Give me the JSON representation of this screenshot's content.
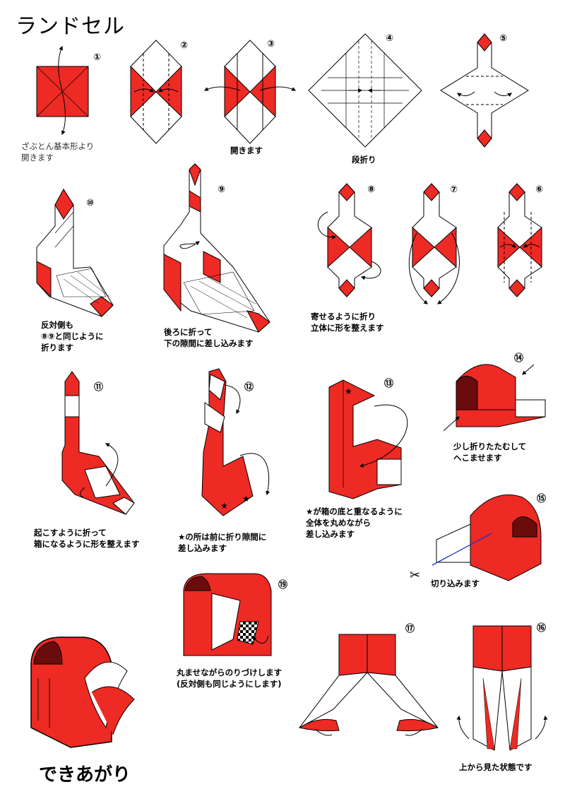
{
  "title": "ランドセル",
  "final_label": "できあがり",
  "colors": {
    "red": "#ee2a24",
    "dark_red": "#6b0c0c",
    "line": "#000000",
    "arrow_blue": "#1a2fd0"
  },
  "steps": [
    {
      "number": "①",
      "caption": "ざぶとん基本形より\n開きます"
    },
    {
      "number": "②",
      "caption": ""
    },
    {
      "number": "③",
      "caption": "開きます"
    },
    {
      "number": "④",
      "caption": "段折り"
    },
    {
      "number": "⑤",
      "caption": ""
    },
    {
      "number": "⑥",
      "caption": ""
    },
    {
      "number": "⑦",
      "caption": "寄せるように折り\n立体に形を整えます"
    },
    {
      "number": "⑧",
      "caption": ""
    },
    {
      "number": "⑨",
      "caption": "後ろに折って\n下の隙間に差し込みます"
    },
    {
      "number": "⑩",
      "caption": "反対側も\n⑧⑨と同じように\n折ります"
    },
    {
      "number": "⑪",
      "caption": "起こすように折って\n箱になるように形を整えます"
    },
    {
      "number": "⑫",
      "caption": "★の所は前に折り隙間に\n差し込みます"
    },
    {
      "number": "⑬",
      "caption": "★が箱の底と重なるように\n全体を丸めながら\n差し込みます"
    },
    {
      "number": "⑭",
      "caption": "少し折りたたむして\nへこませます"
    },
    {
      "number": "⑮",
      "caption": "切り込みます"
    },
    {
      "number": "⑯",
      "caption": "上から見た状態です"
    },
    {
      "number": "⑰",
      "caption": ""
    },
    {
      "number": "⑲",
      "caption": "丸ませながらのりづけします\n(反対側も同じようにします)"
    }
  ]
}
